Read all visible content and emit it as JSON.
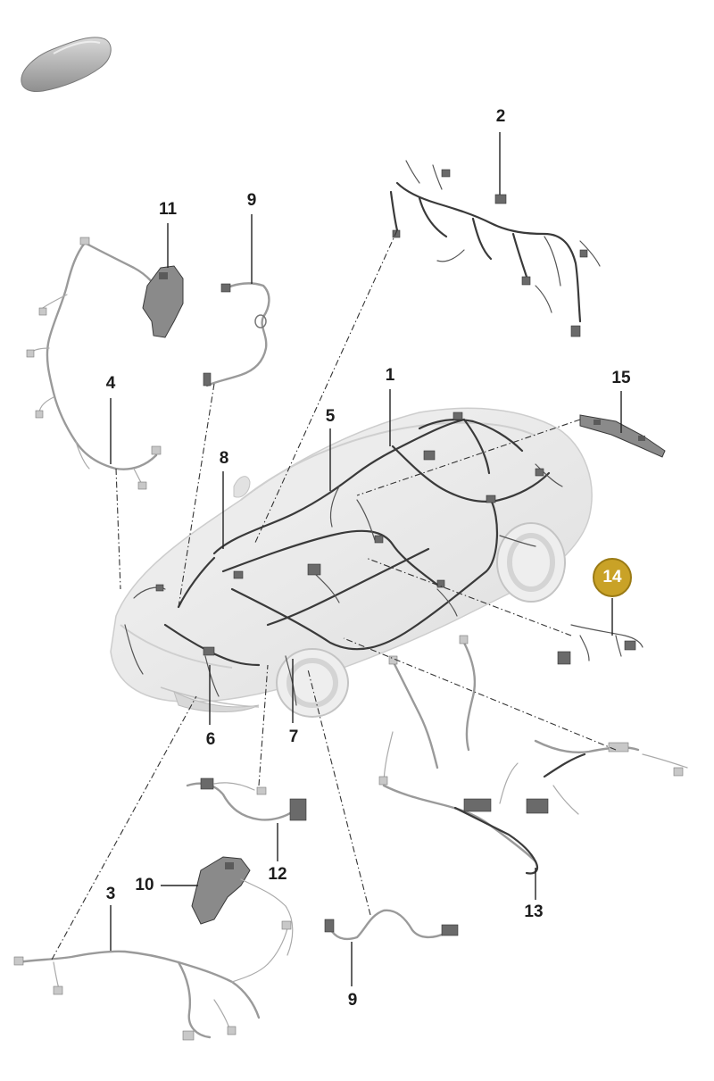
{
  "callouts": {
    "c1": "1",
    "c2": "2",
    "c3": "3",
    "c4": "4",
    "c5": "5",
    "c6": "6",
    "c7": "7",
    "c8": "8",
    "c9_top": "9",
    "c9_bottom": "9",
    "c10": "10",
    "c11": "11",
    "c12": "12",
    "c13": "13",
    "c14": "14",
    "c15": "15"
  },
  "colors": {
    "highlight_badge": "#c9a227",
    "harness_dark": "#3a3a3a",
    "harness_light": "#9a9a9a",
    "car_body": "#e6e6e6"
  },
  "icons": {
    "thumbnail": "car-thumbnail-icon"
  }
}
